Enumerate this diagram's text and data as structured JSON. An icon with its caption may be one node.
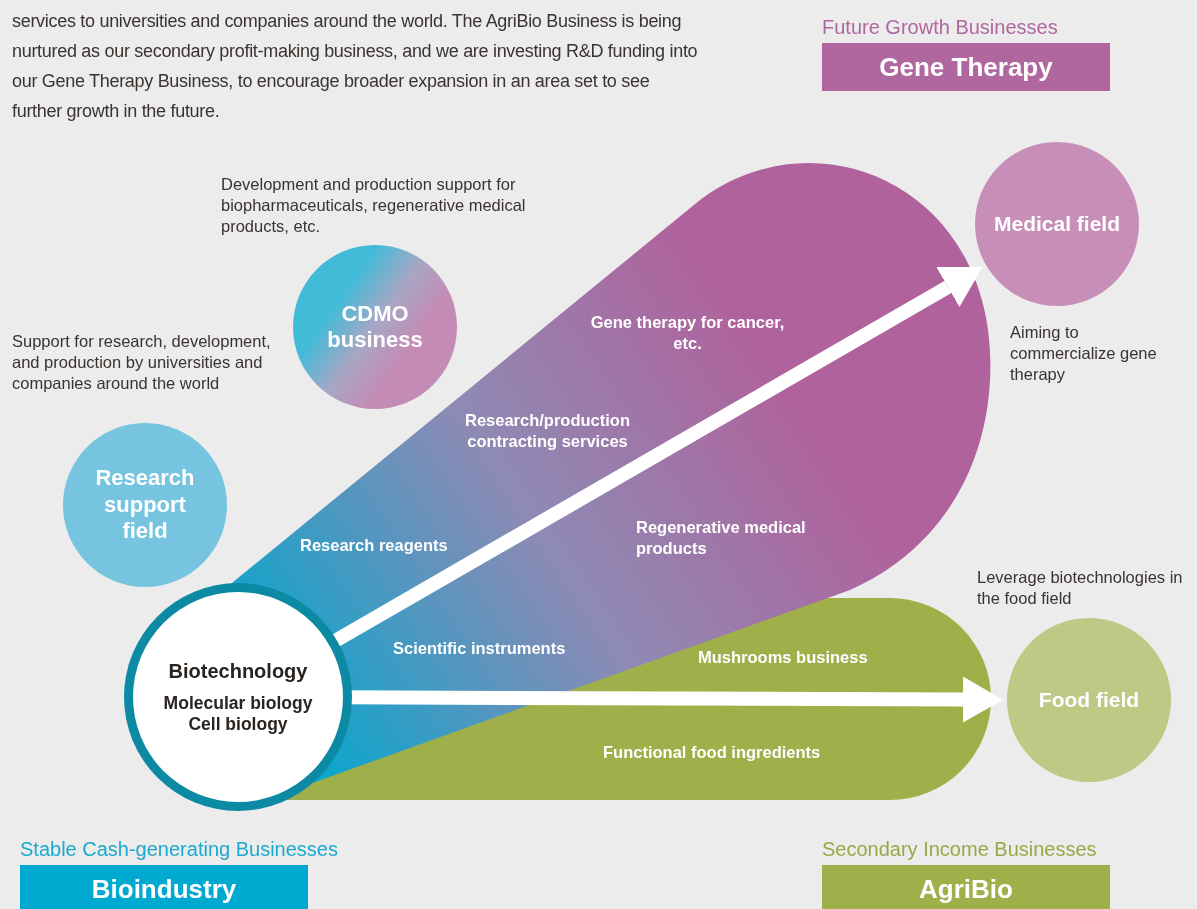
{
  "diagram": {
    "nodes": [
      {
        "text": [
          "Future Growth Businesses",
          "Gene Therapy"
        ]
      },
      {
        "text": [
          "CDMO business"
        ],
        "beside": [
          "Development and production support for biopharmaceuticals, regenerative medical products, etc."
        ]
      },
      {
        "text": [
          "Medical field"
        ],
        "beside": [
          "Aiming to commercialize gene therapy"
        ]
      },
      {
        "text": [
          "Research support field"
        ],
        "beside": [
          "Support for research, development, and production by universities and companies around the world"
        ]
      },
      {
        "text": [
          "Biotechnology",
          "Molecular biology Cell biology"
        ]
      },
      {
        "text": [
          "Food field"
        ],
        "beside": [
          "Leverage biotechnologies in the food field"
        ]
      },
      {
        "text": [
          "Stable Cash-generating Businesses",
          "Bioindustry"
        ]
      },
      {
        "text": [
          "Secondary Income Businesses",
          "AgriBio"
        ]
      }
    ],
    "edges": [
      {
        "from": 4,
        "to": 2,
        "arrow": "to"
      },
      {
        "from": 4,
        "to": 5,
        "arrow": "to"
      }
    ],
    "labels": [
      "services to universities and companies around the world. The AgriBio Business is being nurtured as our secondary profit-making business, and we are investing R&D funding into our Gene Therapy Business, to encourage broader expansion in an area set to see further growth in the future.",
      "Gene therapy for cancer, etc.",
      "Research/production contracting services",
      "Research reagents",
      "Regenerative medical products",
      "Scientific instruments",
      "Mushrooms business",
      "Functional food ingredients"
    ]
  }
}
